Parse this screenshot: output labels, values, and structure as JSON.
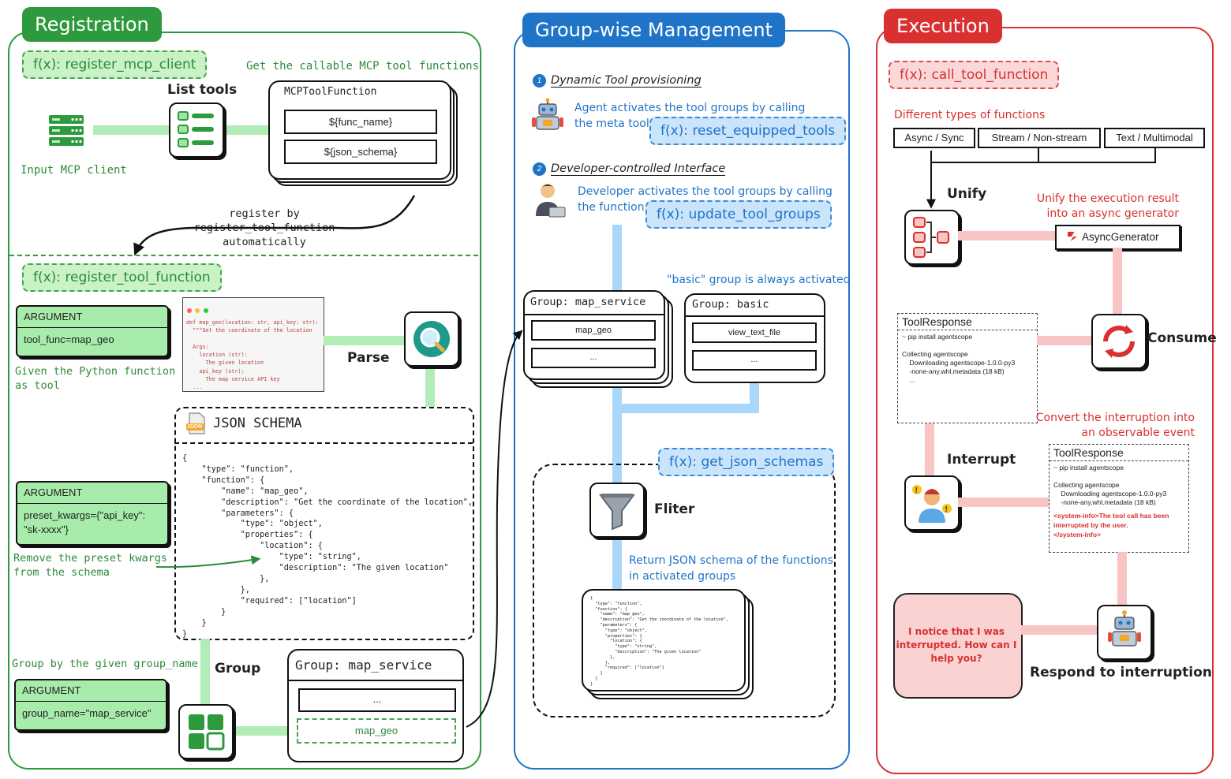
{
  "registration": {
    "title": "Registration",
    "fx_register_mcp_client": "f(x): register_mcp_client",
    "get_callable_label": "Get the callable MCP tool functions",
    "list_tools_label": "List tools",
    "input_mcp_client_label": "Input MCP client",
    "mcp_tool_function_title": "MCPToolFunction",
    "func_name_field": "${func_name}",
    "json_schema_field": "${json_schema}",
    "register_note_1": "register by",
    "register_note_2": "register_tool_function",
    "register_note_3": "automatically",
    "fx_register_tool_function": "f(x): register_tool_function",
    "arg1_head": "ARGUMENT",
    "arg1_body": "tool_func=map_geo",
    "given_python_1": "Given the Python function",
    "given_python_2": "as tool",
    "code_snippet": [
      "def map_geo(location: str, api_key: str):",
      "  \"\"\"Get the coordinate of the location",
      "",
      "  Args:",
      "    location (str):",
      "      The given location",
      "    api_key (str):",
      "      The map service API key",
      "  ..."
    ],
    "parse_label": "Parse",
    "json_schema_title": "JSON SCHEMA",
    "json_icon_text": "JSON",
    "schema_lines": [
      "{",
      "    \"type\": \"function\",",
      "    \"function\": {",
      "        \"name\": \"map_geo\",",
      "        \"description\": \"Get the coordinate of the location\",",
      "        \"parameters\": {",
      "            \"type\": \"object\",",
      "            \"properties\": {",
      "                \"location\": {",
      "                    \"type\": \"string\",",
      "                    \"description\": \"The given location\"",
      "                },",
      "            },",
      "            \"required\": [\"location\"]",
      "        }",
      "    }",
      "}"
    ],
    "arg2_head": "ARGUMENT",
    "arg2_body_1": "preset_kwargs={\"api_key\":",
    "arg2_body_2": "\"sk-xxxx\"}",
    "remove_preset_1": "Remove the preset kwargs",
    "remove_preset_2": "from the schema",
    "group_by_label": "Group by the given group_name",
    "arg3_head": "ARGUMENT",
    "arg3_body": "group_name=\"map_service\"",
    "group_label": "Group",
    "group_map_service_title": "Group: map_service",
    "group_item_ellipsis": "...",
    "group_item_map_geo": "map_geo"
  },
  "group_mgmt": {
    "title": "Group-wise Management",
    "step1_num": "1",
    "step1_title": "Dynamic Tool provisioning",
    "step1_desc_1": "Agent activates the tool groups by calling",
    "step1_desc_2": "the meta tool",
    "fx_reset": "f(x): reset_equipped_tools",
    "step2_num": "2",
    "step2_title": "Developer-controlled Interface",
    "step2_desc_1": "Developer activates the tool groups by calling",
    "step2_desc_2": "the function",
    "fx_update": "f(x): update_tool_groups",
    "basic_note": "\"basic\" group is always activated",
    "group_map_title": "Group: map_service",
    "group_map_item1": "map_geo",
    "group_map_item2": "...",
    "group_basic_title": "Group: basic",
    "group_basic_item1": "view_text_file",
    "group_basic_item2": "...",
    "fx_get_json": "f(x): get_json_schemas",
    "filter_label": "Fliter",
    "return_note_1": "Return JSON schema of the functions",
    "return_note_2": "in activated groups",
    "mini_schema_lines": [
      "{",
      "  \"type\": \"function\",",
      "  \"function\": {",
      "    \"name\": \"map_geo\",",
      "    \"description\": \"Get the coordinate of the location\",",
      "    \"parameters\": {",
      "      \"type\": \"object\",",
      "      \"properties\": {",
      "        \"location\": {",
      "          \"type\": \"string\",",
      "          \"description\": \"The given location\"",
      "        },",
      "      },",
      "      \"required\": [\"location\"]",
      "    }",
      "  }",
      "}"
    ]
  },
  "execution": {
    "title": "Execution",
    "fx_call": "f(x): call_tool_function",
    "types_label": "Different types of functions",
    "type1": "Async / Sync",
    "type2": "Stream / Non-stream",
    "type3": "Text / Multimodal",
    "unify_label": "Unify",
    "unify_note_1": "Unify the execution result",
    "unify_note_2": "into an async generator",
    "async_gen": "AsyncGenerator",
    "resp1_head": "ToolResponse",
    "resp1_body": "~ pip install agentscope\n\nCollecting agentscope\n    Downloading agentscope-1.0.0-py3\n    -none-any.whl.metadata (18 kB)\n    ...",
    "consume_label": "Consume",
    "convert_note_1": "Convert the interruption into",
    "convert_note_2": "an observable event",
    "interrupt_label": "Interrupt",
    "resp2_head": "ToolResponse",
    "resp2_body": "~ pip install agentscope\n\nCollecting agentscope\n    Downloading agentscope-1.0.0-py3\n    -none-any.whl.metadata (18 kB)",
    "resp2_sys_1": "<system-info>The tool call has been",
    "resp2_sys_2": "interrupted by the user.",
    "resp2_sys_3": "</system-info>",
    "notice_1": "I notice that I was",
    "notice_2": "interrupted. How can I",
    "notice_3": "help you?",
    "respond_label": "Respond to interruption"
  },
  "colors": {
    "green": "#2e9a3e",
    "blue": "#1f74c8",
    "red": "#d93030",
    "light_green": "#b2ecb7",
    "light_blue": "#a9d6fb",
    "light_red": "#f9c4c4"
  }
}
